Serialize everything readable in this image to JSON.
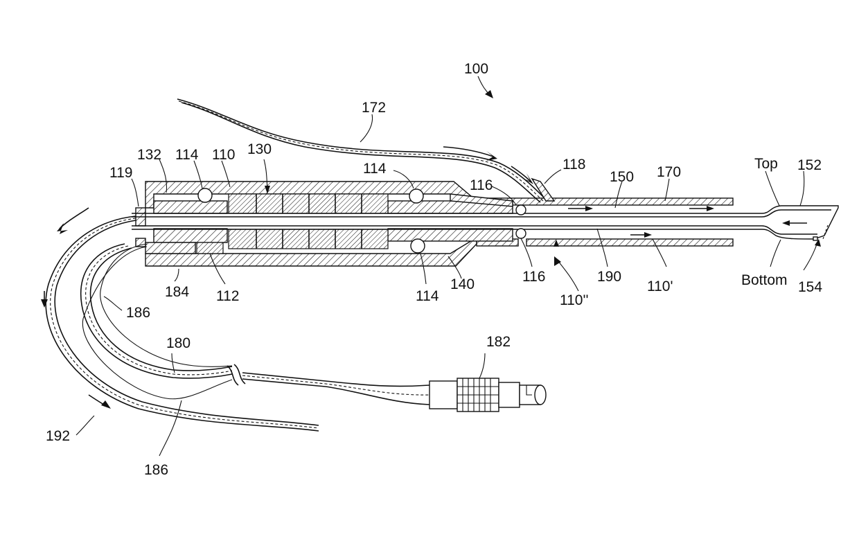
{
  "labels": {
    "ref_100": "100",
    "ref_172": "172",
    "ref_118": "118",
    "ref_150": "150",
    "ref_170": "170",
    "ref_top": "Top",
    "ref_152": "152",
    "ref_119": "119",
    "ref_132": "132",
    "ref_114a": "114",
    "ref_110": "110",
    "ref_130": "130",
    "ref_114b": "114",
    "ref_116a": "116",
    "ref_184": "184",
    "ref_112": "112",
    "ref_114c": "114",
    "ref_140": "140",
    "ref_116b": "116",
    "ref_190": "190",
    "ref_110pp": "110''",
    "ref_110p": "110'",
    "ref_bottom": "Bottom",
    "ref_154": "154",
    "ref_186a": "186",
    "ref_180": "180",
    "ref_182": "182",
    "ref_192": "192",
    "ref_186b": "186"
  }
}
